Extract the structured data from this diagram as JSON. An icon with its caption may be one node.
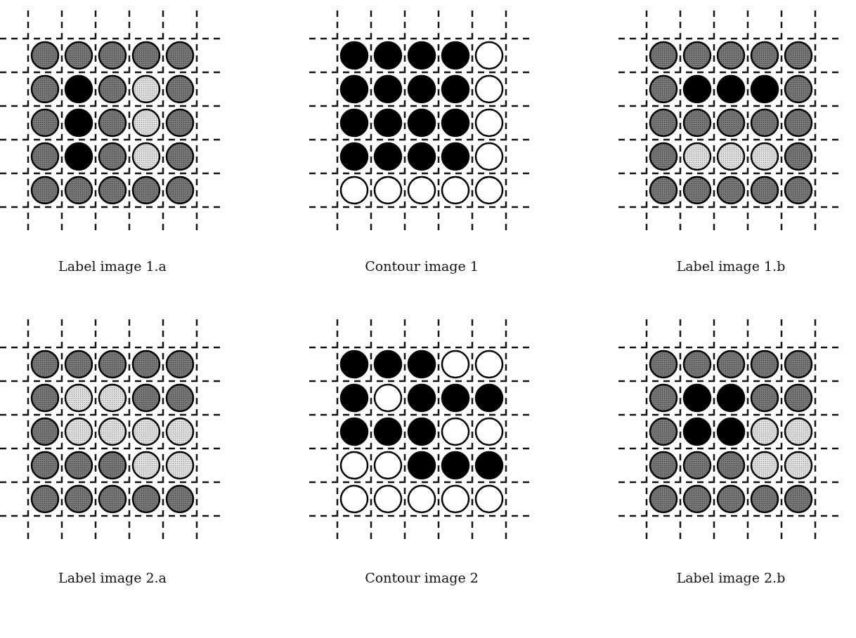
{
  "diagram": {
    "labels": [
      "Label image 1.a",
      "Contour image 1",
      "Label image 1.b",
      "Label image 2.a",
      "Contour image 2",
      "Label image 2.b"
    ]
  }
}
